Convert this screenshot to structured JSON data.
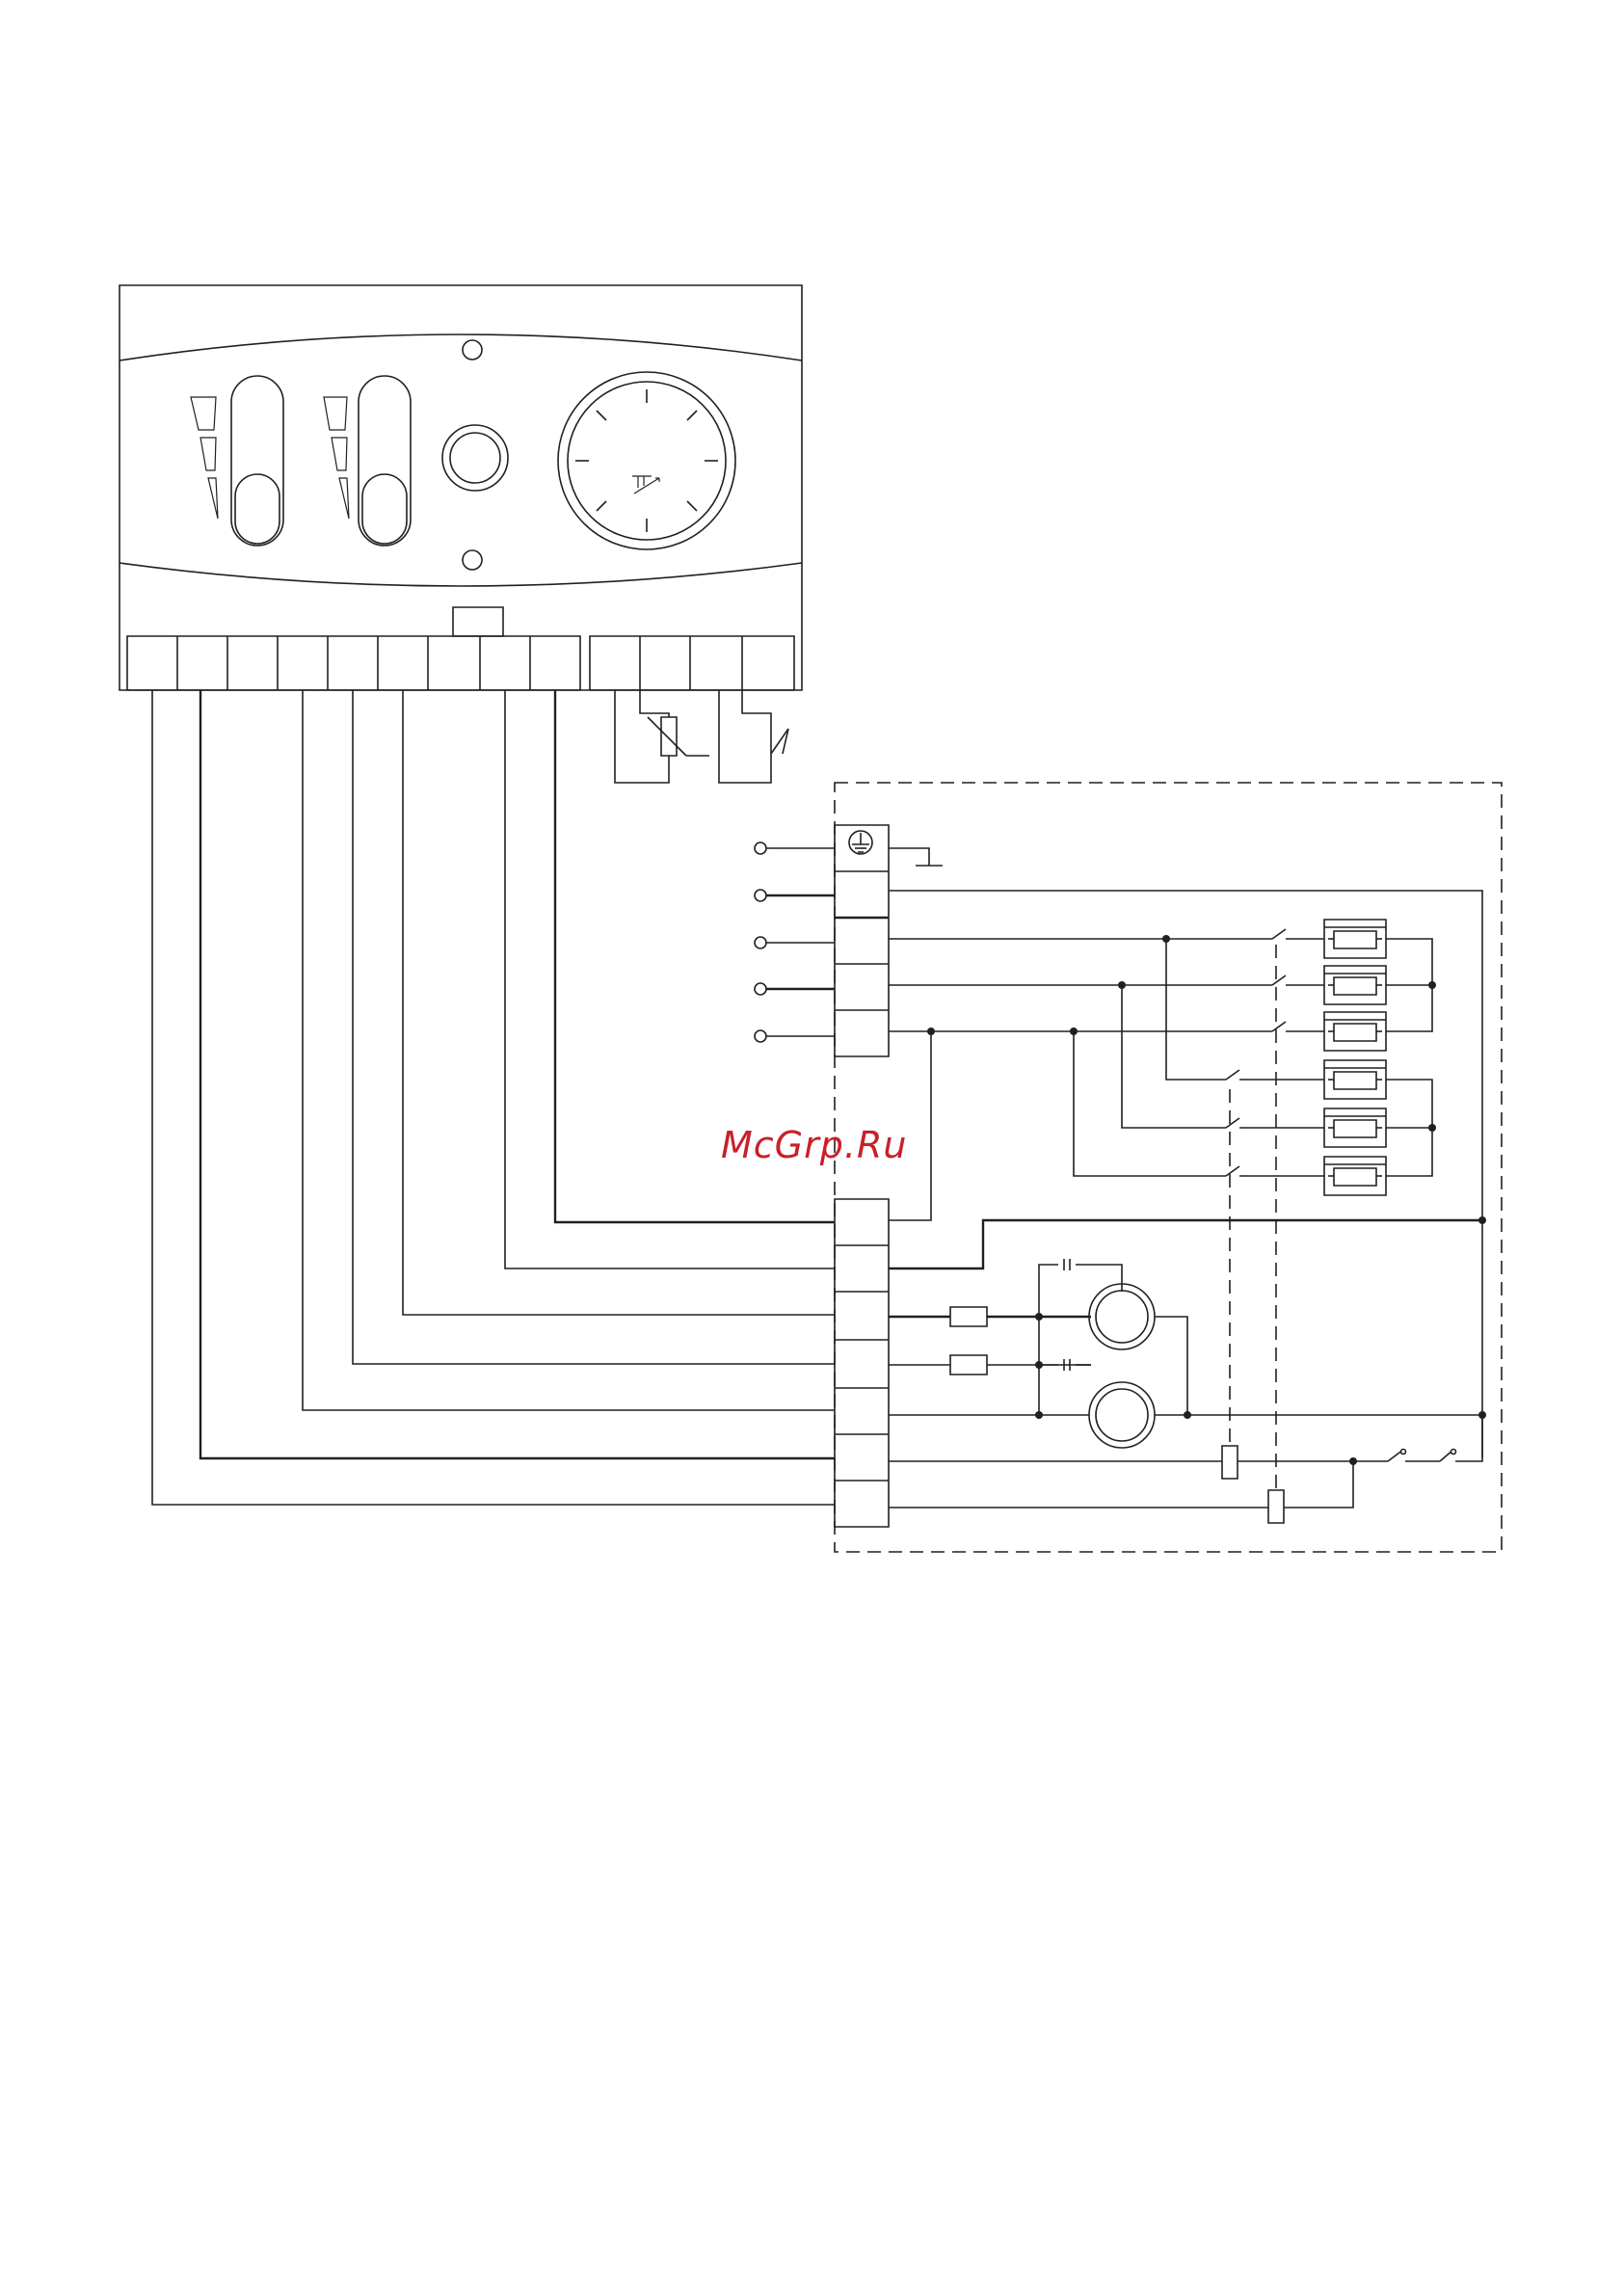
{
  "watermark": {
    "text": "McGrp.Ru",
    "color": "#c8202a"
  },
  "diagram": {
    "line_color": "#231f20",
    "background": "#ffffff",
    "control_panel": {
      "left_slider": "slider-control",
      "right_slider": "slider-control",
      "center_knob": "round-knob",
      "dial": "thermostat-dial",
      "terminal_block_left": "terminal-block",
      "terminal_block_right": "terminal-block"
    },
    "mains_terminals": [
      "ground-terminal",
      "terminal",
      "terminal",
      "terminal",
      "terminal"
    ],
    "heater_elements": [
      "heating-element",
      "heating-element",
      "heating-element",
      "heating-element",
      "heating-element",
      "heating-element"
    ],
    "motors": [
      "motor",
      "motor"
    ],
    "relay_coils": [
      "relay-coil",
      "relay-coil"
    ]
  }
}
